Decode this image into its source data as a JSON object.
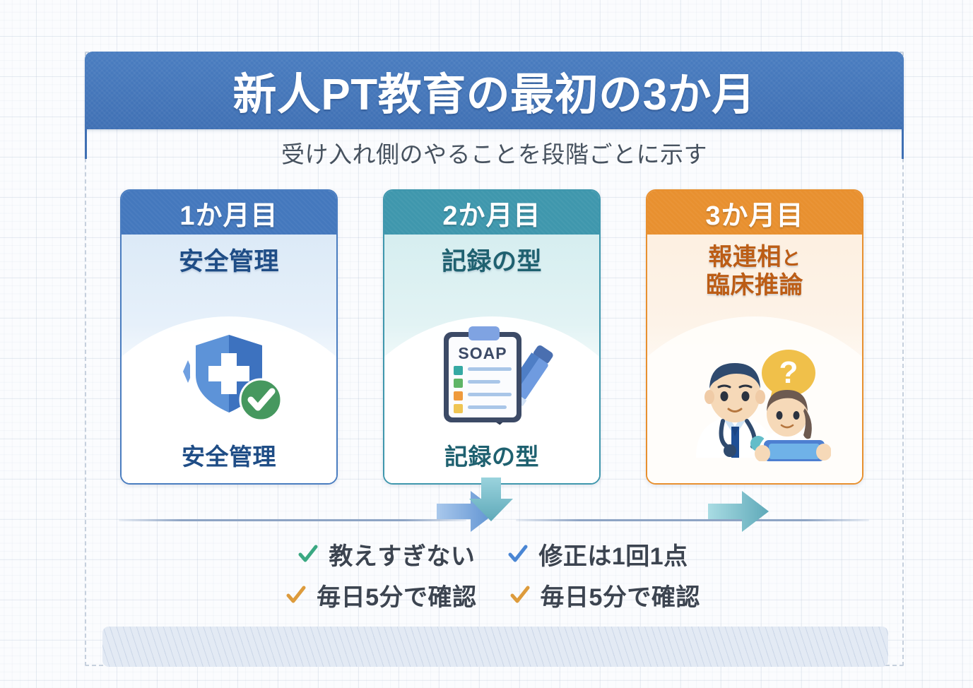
{
  "header": {
    "title": "新人PT教育の最初の3か月",
    "subtitle": "受け入れ側のやることを段階ごとに示す",
    "bar_color": "#3f70b4"
  },
  "cards": [
    {
      "step_label": "1か月目",
      "title": "安全管理",
      "caption": "安全管理",
      "icon": "shield-cross-check-icon",
      "accent": "#4478bd"
    },
    {
      "step_label": "2か月目",
      "title": "記録の型",
      "caption": "記録の型",
      "icon": "soap-clipboard-pen-icon",
      "clipboard_label": "SOAP",
      "accent": "#3f97ad"
    },
    {
      "step_label": "3か月目",
      "title_line1": "報連相",
      "title_line1_suffix": "と",
      "title_line2": "臨床推論",
      "caption": "",
      "icon": "doctor-staff-question-icon",
      "accent": "#e8902f"
    }
  ],
  "arrows": {
    "arrow1_color": "#6e9fd8",
    "arrow2_color": "#79bccb",
    "down_arrow_color": "#7dc0cd"
  },
  "checklist": {
    "rows": [
      [
        {
          "label": "教えすぎない",
          "check_color": "#3aa882"
        },
        {
          "label": "修正は1回1点",
          "check_color": "#4a86d4"
        }
      ],
      [
        {
          "label": "毎日5分で確認",
          "check_color": "#dd9b3c"
        },
        {
          "label": "毎日5分で確認",
          "check_color": "#dd9b3c"
        }
      ]
    ]
  }
}
